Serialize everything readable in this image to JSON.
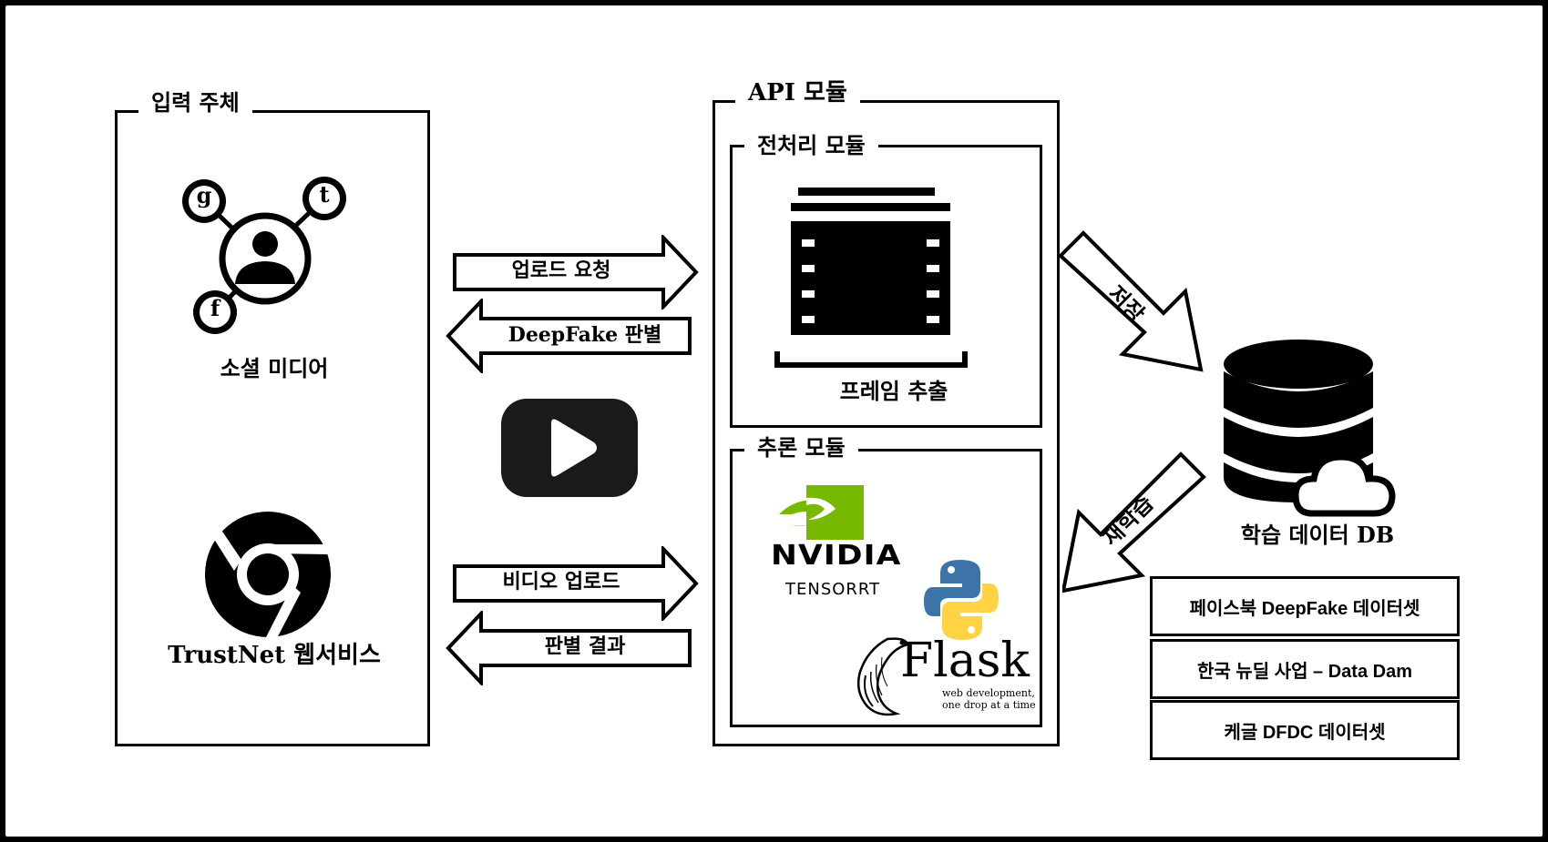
{
  "groups": {
    "input": {
      "title": "입력 주체"
    },
    "api": {
      "title": "API 모듈"
    },
    "preprocess": {
      "title": "전처리 모듈"
    },
    "inference": {
      "title": "추론 모듈"
    }
  },
  "inputs": {
    "social": {
      "label": "소셜 미디어",
      "node_g": "g",
      "node_t": "t",
      "node_f": "f"
    },
    "web": {
      "label": "TrustNet 웹서비스"
    }
  },
  "arrows": {
    "upload_request": "업로드 요청",
    "deepfake_judge": "DeepFake 판별",
    "video_upload": "비디오 업로드",
    "judge_result": "판별 결과",
    "save": "저장",
    "retrain": "재학습"
  },
  "preprocess": {
    "caption": "프레임 추출"
  },
  "inference": {
    "nvidia_word": "NVIDIA",
    "tensorrt_word": "TENSORRT",
    "flask_word": "Flask",
    "flask_tagline_1": "web development,",
    "flask_tagline_2": "one drop at a time"
  },
  "db": {
    "label": "학습 데이터  DB"
  },
  "datasets": [
    "페이스북 DeepFake 데이터셋",
    "한국 뉴딜 사업 – Data Dam",
    "케글 DFDC 데이터셋"
  ],
  "colors": {
    "nvidia_green": "#76b900",
    "python_blue": "#3d74a8",
    "python_yellow": "#ffd343"
  }
}
